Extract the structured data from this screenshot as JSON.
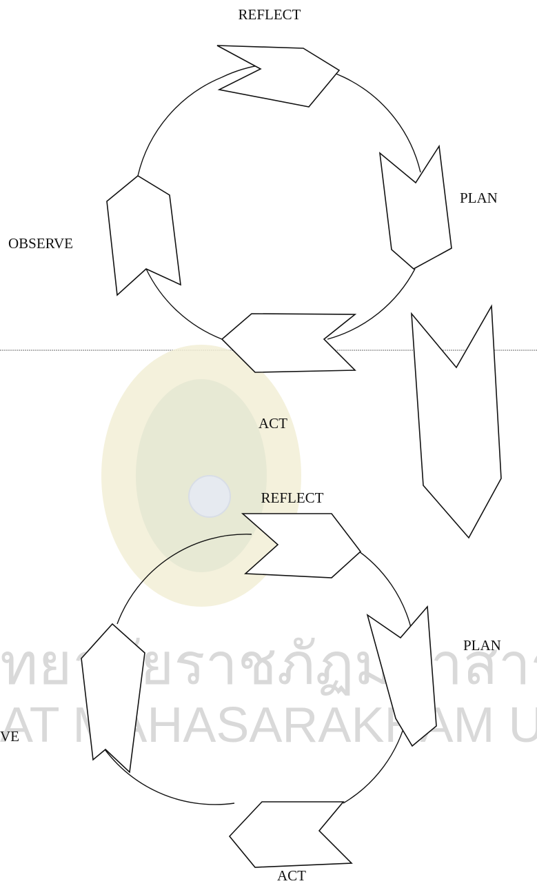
{
  "cycle_1": {
    "labels": {
      "reflect": "REFLECT",
      "plan": "PLAN",
      "observe": "OBSERVE",
      "act": "ACT"
    }
  },
  "cycle_2": {
    "labels": {
      "reflect": "REFLECT",
      "plan": "PLAN",
      "observe": "VE",
      "act": "ACT"
    }
  },
  "watermark": {
    "thai_text": "ทยาลัยราชภัฏมหาสารคา",
    "english_text": "AT MAHASARAKHAM UNIVERSIT",
    "colors": {
      "outer": "#f0ecd3",
      "middle": "#d6ddd0",
      "inner": "#e3e8ee"
    }
  },
  "colors": {
    "line": "#111111",
    "background": "#ffffff"
  }
}
